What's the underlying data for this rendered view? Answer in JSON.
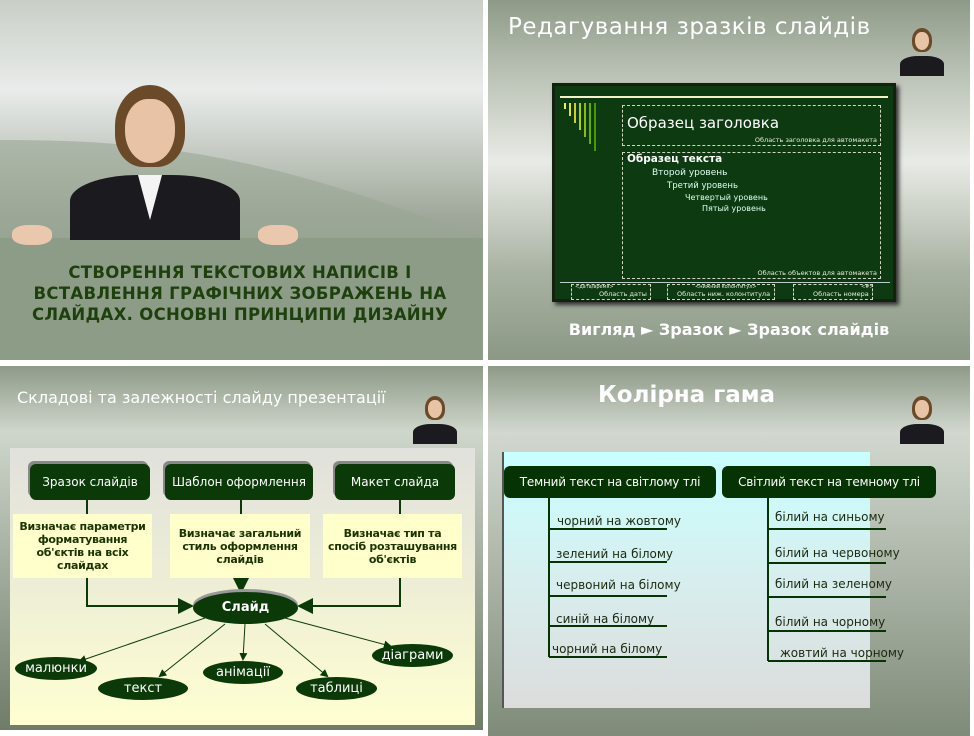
{
  "slide1": {
    "title": "СТВОРЕННЯ ТЕКСТОВИХ НАПИСІВ І ВСТАВЛЕННЯ ГРАФІЧНИХ ЗОБРАЖЕНЬ НА СЛАЙДАХ. ОСНОВНІ ПРИНЦИПИ ДИЗАЙНУ"
  },
  "slide2": {
    "title": "Редагування  зразків  слайдів",
    "master": {
      "title": "Образец заголовка",
      "title_area": "Область заголовка для автомакета",
      "levels": [
        "Образец текста",
        "Второй уровень",
        "Третий уровень",
        "Четвертый уровень",
        "Пятый уровень"
      ],
      "object_area": "Область объектов для автомакета",
      "footer": [
        {
          "ph": "<дата/время>",
          "label": "Область даты"
        },
        {
          "ph": "<нижний колонтитул>",
          "label": "Область ниж. колонтитула"
        },
        {
          "ph": "<#>",
          "label": "Область номера"
        }
      ]
    },
    "path": "Вигляд ► Зразок ► Зразок слайдів"
  },
  "slide3": {
    "title": "Складові та залежності слайду презентації",
    "boxes": [
      "Зразок слайдів",
      "Шаблон оформлення",
      "Макет слайда"
    ],
    "descriptions": [
      "Визначає параметри форматування об'єктів на всіх слайдах",
      "Визначає загальний стиль оформлення слайдів",
      "Визначає тип та спосіб розташування об'єктів"
    ],
    "center": "Слайд",
    "elements": [
      "малюнки",
      "текст",
      "анімації",
      "таблиці",
      "діаграми"
    ]
  },
  "slide4": {
    "title": "Колірна гама",
    "dark_head": "Темний текст на світлому тлі",
    "dark_items": [
      "чорний на жовтому",
      "зелений на білому",
      "червоний на білому",
      "синій на білому",
      "чорний на білому"
    ],
    "light_head": "Світлий текст на темному тлі",
    "light_items": [
      "білий на синьому",
      "білий на червоному",
      "білий на зеленому",
      "білий на чорному",
      "жовтий на чорному"
    ]
  },
  "colors": {
    "dark_green": "#0b3a08",
    "pale_yellow": "#ffffcc",
    "title_green": "#1e3f0e"
  }
}
